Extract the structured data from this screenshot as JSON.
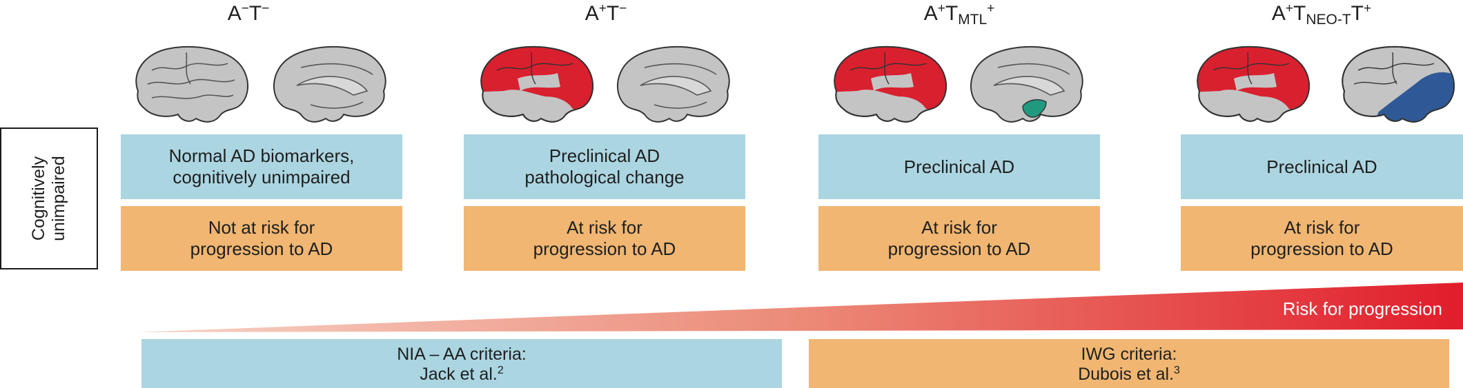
{
  "side_label": {
    "line1": "Cognitively",
    "line2": "unimpaired"
  },
  "stages": [
    {
      "heading": {
        "base_a": "A",
        "sup_a": "−",
        "base_t": "T",
        "sup_t": "−"
      },
      "brains": [
        "lateral-brain-icon",
        "medial-brain-icon"
      ],
      "diagnosis": [
        "Normal AD biomarkers,",
        "cognitively unimpaired"
      ],
      "risk": [
        "Not at risk for",
        "progression to AD"
      ]
    },
    {
      "heading": {
        "base_a": "A",
        "sup_a": "+",
        "base_t": "T",
        "sup_t": "−"
      },
      "brains": [
        "lateral-brain-amyloid-icon",
        "medial-brain-icon"
      ],
      "diagnosis": [
        "Preclinical AD",
        "pathological change"
      ],
      "risk": [
        "At risk for",
        "progression to AD"
      ]
    },
    {
      "heading": {
        "base_a": "A",
        "sup_a": "+",
        "base_t": "T",
        "sub_t": "MTL",
        "sup_t": "+"
      },
      "brains": [
        "lateral-brain-amyloid-icon",
        "medial-brain-tau-mtl-icon"
      ],
      "diagnosis": [
        "Preclinical AD"
      ],
      "risk": [
        "At risk for",
        "progression to AD"
      ]
    },
    {
      "heading": {
        "base_a": "A",
        "sup_a": "+",
        "base_t": "T",
        "sub_t": "NEO-T",
        "base_t2": "T",
        "sup_t": "+"
      },
      "brains": [
        "lateral-brain-amyloid-icon",
        "lateral-brain-tau-neocortex-icon"
      ],
      "diagnosis": [
        "Preclinical AD"
      ],
      "risk": [
        "At risk for",
        "progression to AD"
      ]
    }
  ],
  "risk_gradient": {
    "label": "Risk for progression",
    "color_start": "#f7d2c6",
    "color_end": "#e11d2b"
  },
  "criteria": [
    {
      "line1": "NIA – AA criteria:",
      "line2": "Jack et al.",
      "ref": "2"
    },
    {
      "line1": "IWG criteria:",
      "line2": "Dubois et al.",
      "ref": "3"
    }
  ],
  "colors": {
    "blue_box": "#abd5e1",
    "orange_box": "#f0b672",
    "amyloid_red": "#d9202e",
    "tau_mtl_green": "#1f9a7f",
    "tau_neo_blue": "#2f5996",
    "brain_grey": "#c4c4c4"
  }
}
